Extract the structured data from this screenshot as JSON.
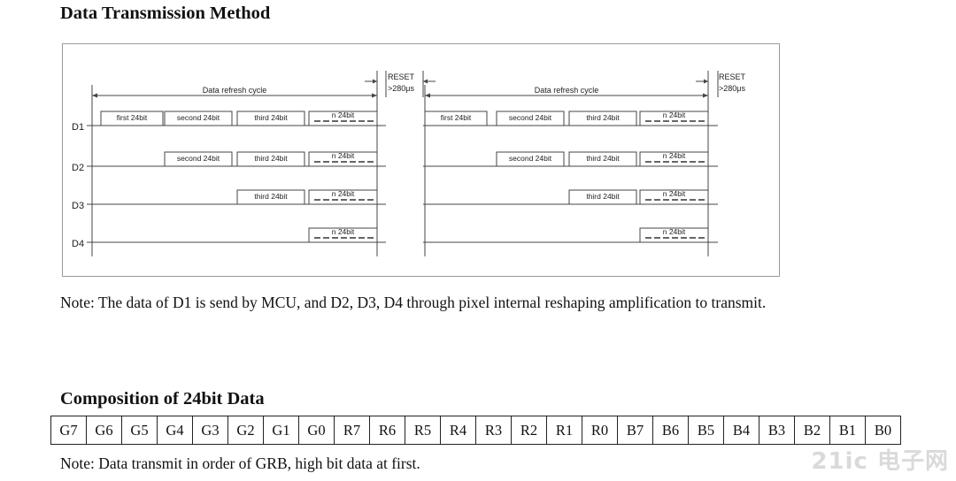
{
  "section1": {
    "heading": "Data Transmission Method",
    "cycles": [
      {
        "label": "Data refresh cycle",
        "reset": "RESET",
        "reset_time": ">280μs"
      },
      {
        "label": "Data refresh cycle",
        "reset": "RESET",
        "reset_time": ">280μs"
      }
    ],
    "signals": [
      {
        "label": "D1",
        "blocks": [
          "first 24bit",
          "second 24bit",
          "third 24bit",
          "n 24bit"
        ]
      },
      {
        "label": "D2",
        "blocks": [
          "second 24bit",
          "third 24bit",
          "n 24bit"
        ]
      },
      {
        "label": "D3",
        "blocks": [
          "third 24bit",
          "n 24bit"
        ]
      },
      {
        "label": "D4",
        "blocks": [
          "n 24bit"
        ]
      }
    ],
    "note": "Note: The data of D1 is send by MCU, and D2, D3, D4 through pixel internal reshaping amplification to transmit."
  },
  "section2": {
    "heading": "Composition of 24bit Data",
    "bits": [
      "G7",
      "G6",
      "G5",
      "G4",
      "G3",
      "G2",
      "G1",
      "G0",
      "R7",
      "R6",
      "R5",
      "R4",
      "R3",
      "R2",
      "R1",
      "R0",
      "B7",
      "B6",
      "B5",
      "B4",
      "B3",
      "B2",
      "B1",
      "B0"
    ],
    "note": "Note: Data transmit in order of GRB, high bit data at first."
  },
  "watermark": "21ic 电子网"
}
